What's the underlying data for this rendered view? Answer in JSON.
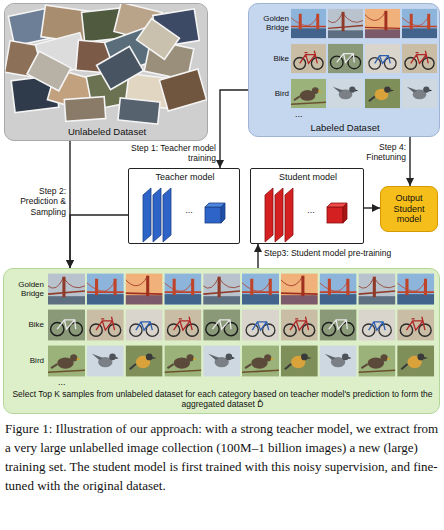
{
  "diagram": {
    "caption": "Figure 1: Illustration of our approach: with a strong teacher model, we extract from a very large unlabelled image collection (100M–1 billion images) a new (large) training set. The student model is first trained with this noisy supervision, and fine-tuned with the original dataset.",
    "nodes": [
      {
        "text": [
          "Unlabeled Dataset"
        ]
      },
      {
        "text": [
          "Golden Bridge",
          "Bike",
          "Bird",
          "...",
          "Labeled Dataset"
        ]
      },
      {
        "text": [
          "Teacher model",
          "..."
        ]
      },
      {
        "text": [
          "Student model",
          "..."
        ]
      },
      {
        "text": [
          "Output Student model"
        ]
      },
      {
        "text": [
          "Golden Bridge",
          "Bike",
          "Bird",
          "...",
          "Select Top K samples from unlabeled dataset for each category based on teacher model's prediction to form the aggregated dataset D̂"
        ]
      }
    ],
    "edges": [
      {
        "from": 1,
        "to": 2,
        "arrow": "to",
        "label": "Step 1: Teacher model training"
      },
      {
        "from": 0,
        "to": 5,
        "arrow": "to",
        "label": "Step 2: Prediction & Sampling"
      },
      {
        "from": 2,
        "to": 5,
        "arrow": "to"
      },
      {
        "from": 5,
        "to": 3,
        "arrow": "to",
        "label": "Step3: Student model pre-training"
      },
      {
        "from": 1,
        "to": 4,
        "arrow": "to",
        "label": "Step 4: Finetuning"
      },
      {
        "from": 3,
        "to": 4,
        "arrow": "to"
      }
    ]
  }
}
